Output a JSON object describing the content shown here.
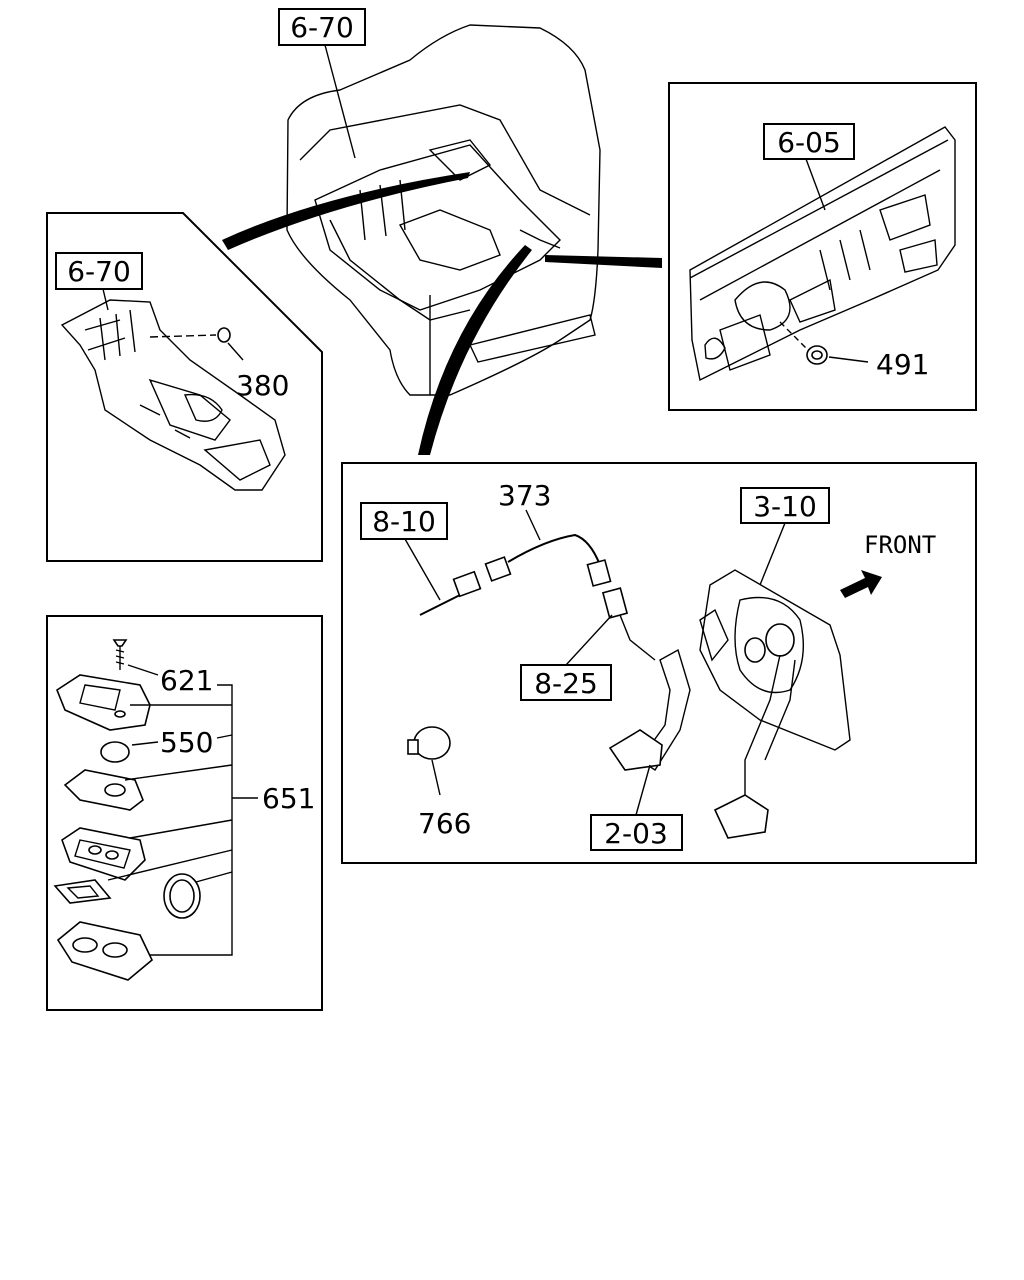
{
  "references": {
    "floor_top": "6-70",
    "floor_inset": "6-70",
    "dash_panel": "6-05",
    "harness": "8-10",
    "pedal_bracket": "3-10",
    "switch": "8-25",
    "pedal": "2-03"
  },
  "parts": {
    "plug": "380",
    "grommet": "491",
    "cable": "373",
    "clip": "766",
    "screw": "621",
    "cap": "550",
    "assembly": "651"
  },
  "direction_label": "FRONT"
}
